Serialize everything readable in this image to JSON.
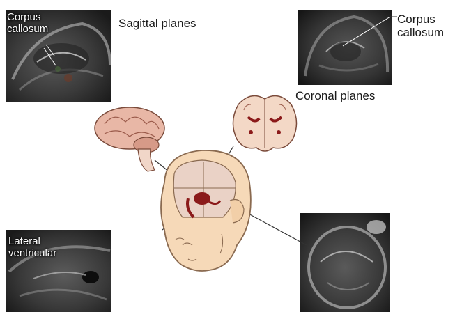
{
  "panels": {
    "sagittal": {
      "label_line1": "Corpus",
      "label_line2": "callosum"
    },
    "coronal": {
      "label_line1": "Corpus",
      "label_line2": "callosum"
    },
    "lateral": {
      "label_line1": "Lateral",
      "label_line2": "ventricular"
    }
  },
  "captions": {
    "sagittal": "Sagittal planes",
    "coronal": "Coronal planes"
  },
  "colors": {
    "skin": "#f6d9b8",
    "skin_outline": "#8a6a50",
    "brain_pink": "#e8b7a6",
    "ventricle": "#8b1a1a",
    "ultrasound_bg": "#2c2c2c"
  },
  "icons": {
    "head": "infant-head-illustration",
    "sagittal_brain": "sagittal-brain-illustration",
    "coronal_brain": "coronal-brain-slice-illustration"
  }
}
